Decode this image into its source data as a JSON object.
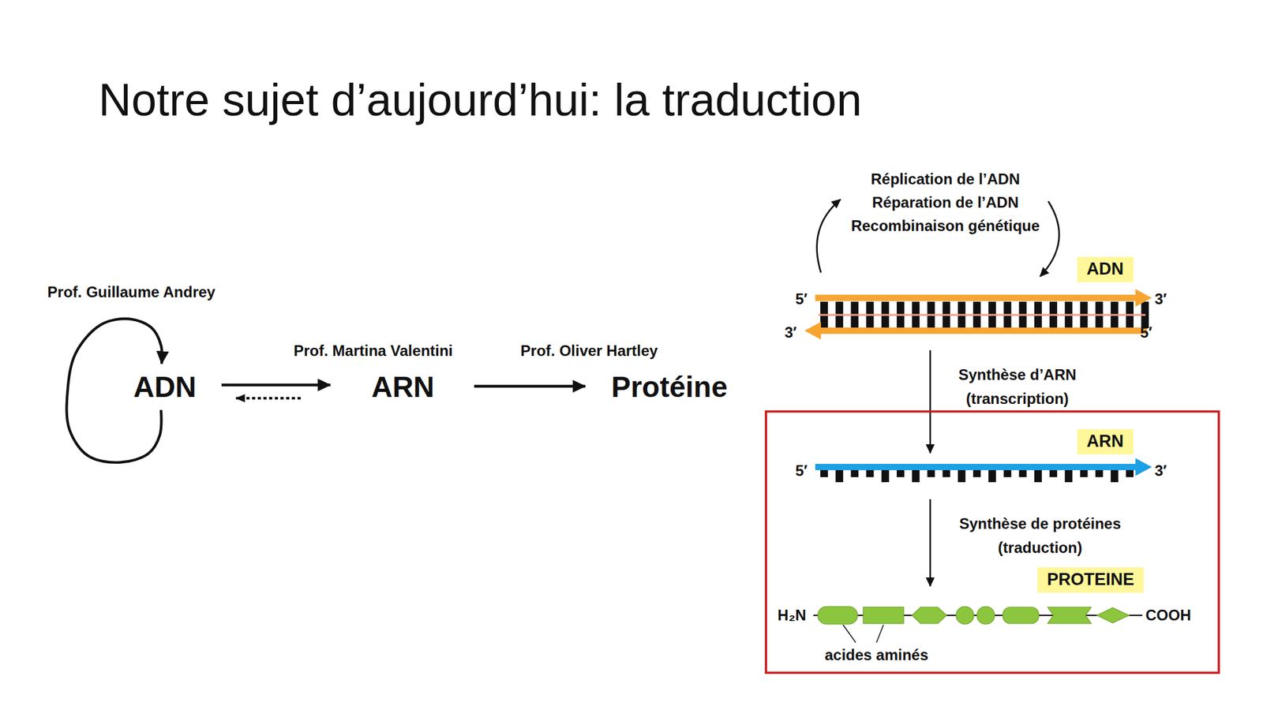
{
  "diagram": {
    "title": "Notre sujet d’aujourd’hui: la traduction",
    "nodes": [
      {
        "text": [
          "ADN"
        ]
      },
      {
        "text": [
          "ARN"
        ]
      },
      {
        "text": [
          "Protéine"
        ]
      },
      {
        "text": [
          "ADN"
        ]
      },
      {
        "text": [
          "ARN"
        ]
      },
      {
        "text": [
          "PROTEINE"
        ]
      }
    ],
    "edges": [
      {
        "from": 0,
        "to": 0,
        "arrow": "to",
        "label": "Prof. Guillaume Andrey"
      },
      {
        "from": 0,
        "to": 1,
        "arrow": "to",
        "label": "Prof. Martina Valentini"
      },
      {
        "from": 1,
        "to": 0,
        "arrow": "to"
      },
      {
        "from": 1,
        "to": 2,
        "arrow": "to",
        "label": "Prof. Oliver Hartley"
      }
    ],
    "labels": [
      "Réplication de l’ADN",
      "Réparation de l’ADN",
      "Recombinaison génétique",
      "5′",
      "3′",
      "3′",
      "5′",
      "Synthèse d’ARN (transcription)",
      "5′",
      "3′",
      "Synthèse de protéines (traduction)",
      "H₂N",
      "COOH",
      "acides aminés"
    ]
  }
}
